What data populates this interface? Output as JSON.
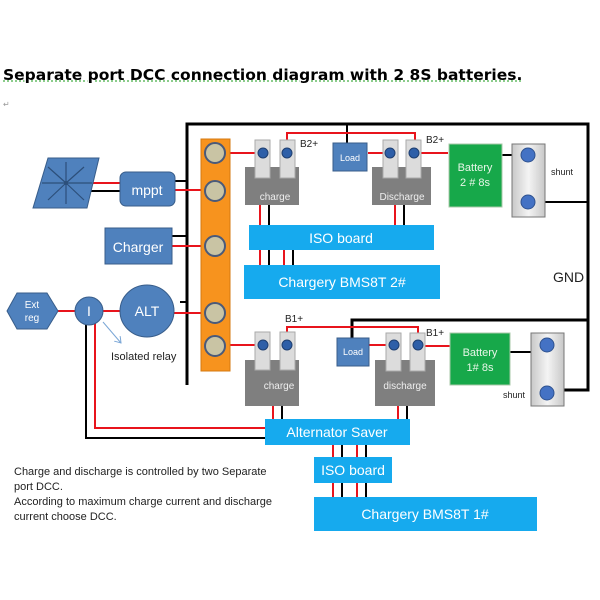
{
  "title": "Separate port DCC connection diagram  with 2 8S batteries.",
  "components": {
    "solar_panel": {
      "icon": "solar-panel-icon"
    },
    "mppt": "mppt",
    "charger": "Charger",
    "ext_reg": {
      "line1": "Ext",
      "line2": "reg"
    },
    "relay": "I",
    "relay_label": "Isolated relay",
    "alt": "ALT",
    "upper": {
      "charge_port": "charge",
      "discharge_port": "Discharge",
      "load": "Load",
      "b_label_left": "B2+",
      "b_label_right": "B2+",
      "battery_line1": "Battery",
      "battery_line2": "2 # 8s",
      "shunt": "shunt",
      "iso_board": "ISO board",
      "bms": "Chargery  BMS8T  2#"
    },
    "lower": {
      "charge_port": "charge",
      "discharge_port": "discharge",
      "load": "Load",
      "b_label_left": "B1+",
      "b_label_right": "B1+",
      "battery_line1": "Battery",
      "battery_line2": "1# 8s",
      "shunt": "shunt",
      "alternator_saver": "Alternator  Saver",
      "iso_board": "ISO board",
      "bms": "Chargery  BMS8T  1#"
    },
    "gnd": "GND"
  },
  "note": {
    "line1": "Charge and discharge is controlled by two Separate",
    "line2": "port DCC.",
    "line3": "According to maximum charge current and discharge",
    "line4": "current choose  DCC."
  },
  "colors": {
    "wire_positive": "#e8141c",
    "wire_negative": "#000000",
    "blue_box": "#4f81bd",
    "cyan_box": "#16aaee",
    "battery": "#17a84a",
    "busbar": "#f7931e",
    "dcc_body": "#7f7f7f"
  }
}
